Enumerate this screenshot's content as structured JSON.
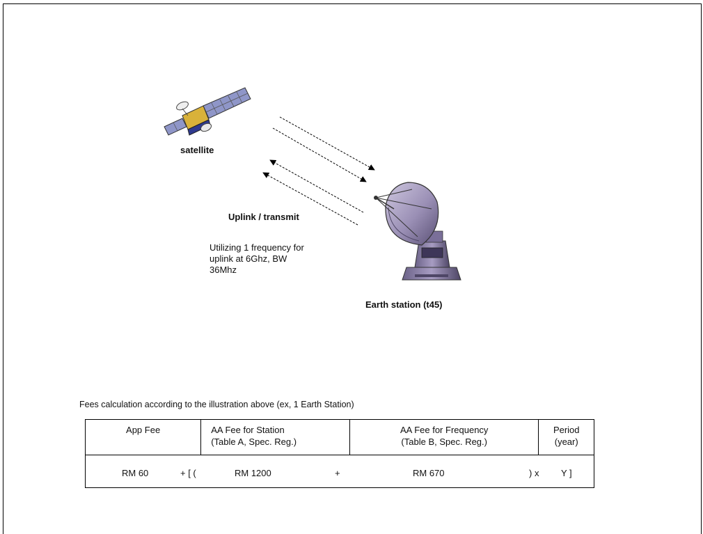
{
  "labels": {
    "satellite": "satellite",
    "uplink": "Uplink / transmit",
    "utilization_lines": [
      "Utilizing 1 frequency for",
      "uplink at 6Ghz, BW",
      "36Mhz"
    ],
    "earth_station": "Earth station (t45)"
  },
  "fees": {
    "caption": "Fees calculation according to the illustration above (ex, 1 Earth Station)",
    "headers": {
      "app_fee": "App Fee",
      "station_line1": "AA Fee for Station",
      "station_line2": "(Table A, Spec. Reg.)",
      "frequency_line1": "AA Fee for Frequency",
      "frequency_line2": "(Table B, Spec. Reg.)",
      "period_line1": "Period",
      "period_line2": "(year)"
    },
    "row": {
      "app_fee": "RM 60",
      "op_open": "+ [ (",
      "station": "RM 1200",
      "op_plus": "+",
      "frequency": "RM 670",
      "op_close": ") x",
      "period": "Y  ]"
    }
  },
  "colors": {
    "dish": "#9a8fb5",
    "dish_dark": "#4e4666",
    "panel": "#8f96c8",
    "gold": "#d9b23a"
  }
}
